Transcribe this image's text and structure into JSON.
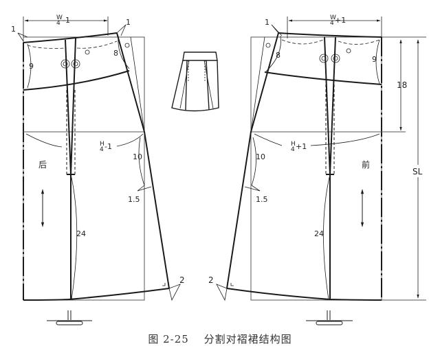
{
  "figure": {
    "caption_number": "图 2-25",
    "caption_title": "分割对褶裙结构图",
    "colors": {
      "line": "#1a1a1a",
      "thin": "#555555",
      "background": "#ffffff",
      "caption": "#333333"
    }
  },
  "back_panel": {
    "label": "后",
    "waist_formula": {
      "num": "W",
      "den": "4",
      "op": "-1"
    },
    "hip_formula": {
      "num": "H",
      "den": "4",
      "op": "-1"
    },
    "waist_raise_left": "1",
    "waist_raise_right": "1",
    "yoke_side_depth": "9",
    "yoke_outer_depth": "8",
    "hip_curve": "10",
    "side_flare": "1.5",
    "pleat_length": "24",
    "hem_raise": "2"
  },
  "front_panel": {
    "label": "前",
    "waist_formula": {
      "num": "W",
      "den": "4",
      "op": "+1"
    },
    "hip_formula": {
      "num": "H",
      "den": "4",
      "op": "+1"
    },
    "waist_raise": "1",
    "yoke_outer_depth": "8",
    "yoke_center_depth": "9",
    "hip_curve": "10",
    "side_flare": "1.5",
    "pleat_length": "24",
    "hem_raise": "2",
    "hip_depth": "18",
    "skirt_length": "SL"
  },
  "sketch": {
    "name": "skirt-flat-sketch"
  }
}
